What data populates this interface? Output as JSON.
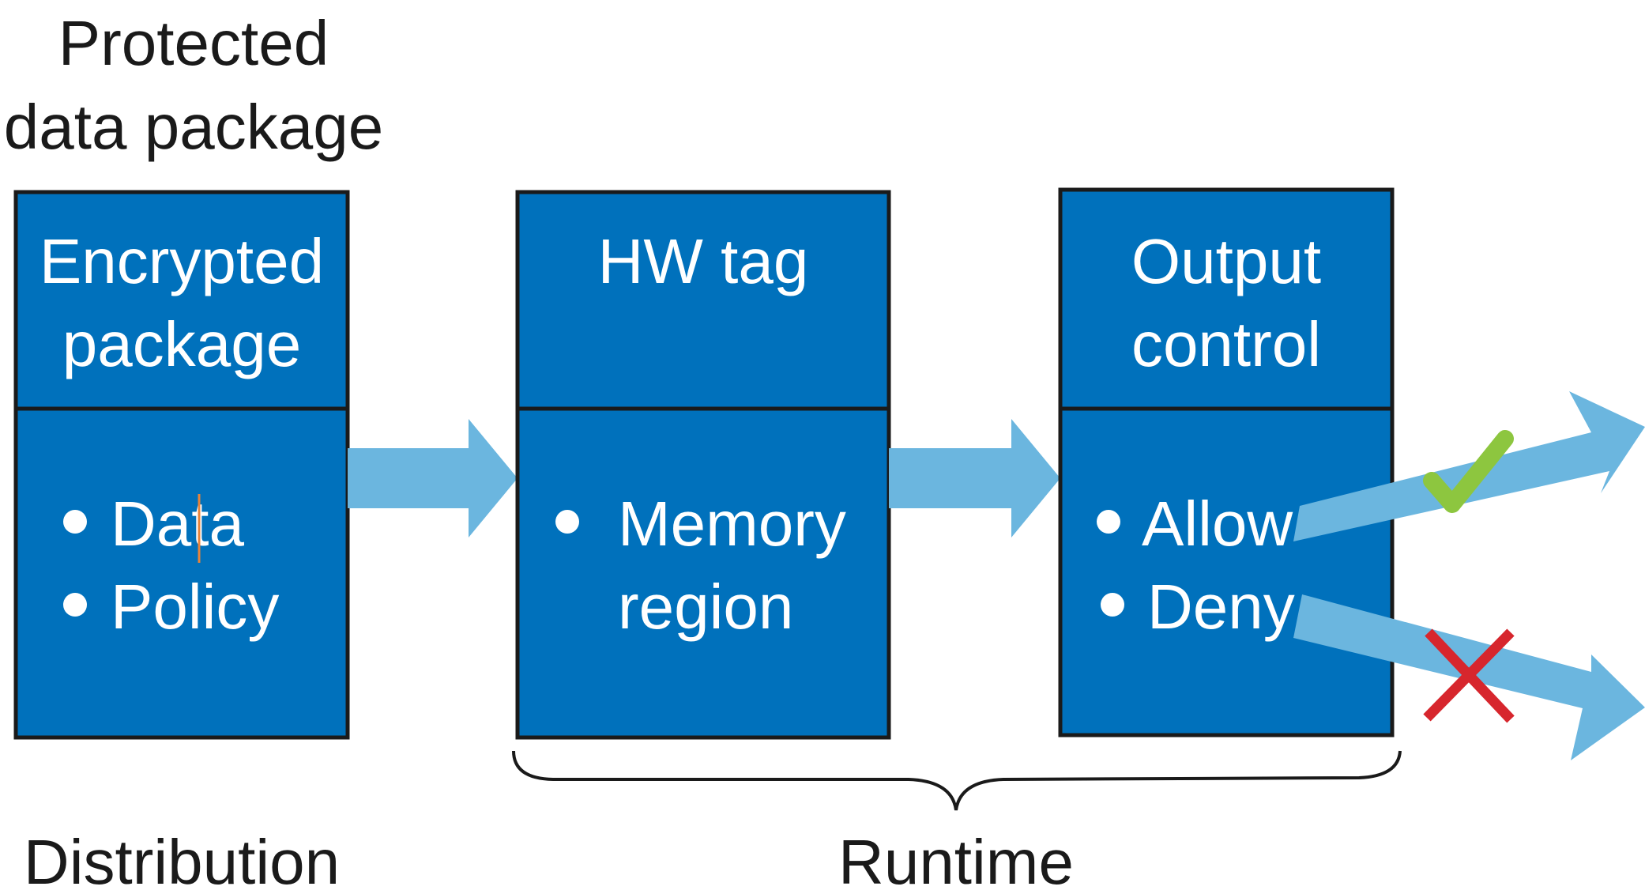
{
  "heading": {
    "line1": "Protected",
    "line2": "data package"
  },
  "boxes": {
    "package": {
      "header_line1": "Encrypted",
      "header_line2": "package",
      "items": [
        "Data",
        "Policy"
      ]
    },
    "hw_tag": {
      "header_line1": "HW tag",
      "items": [
        "Memory",
        "region"
      ]
    },
    "output": {
      "header_line1": "Output",
      "header_line2": "control",
      "items": [
        "Allow",
        "Deny"
      ]
    }
  },
  "stages": {
    "distribution": "Distribution",
    "runtime": "Runtime"
  },
  "marks": {
    "allow_icon": "check-icon",
    "deny_icon": "cross-icon"
  },
  "colors": {
    "box_fill": "#0071bc",
    "arrow_fill": "#6bb6df",
    "check": "#8dc63f",
    "cross": "#d7262d",
    "text_dark": "#1a1a1a"
  }
}
